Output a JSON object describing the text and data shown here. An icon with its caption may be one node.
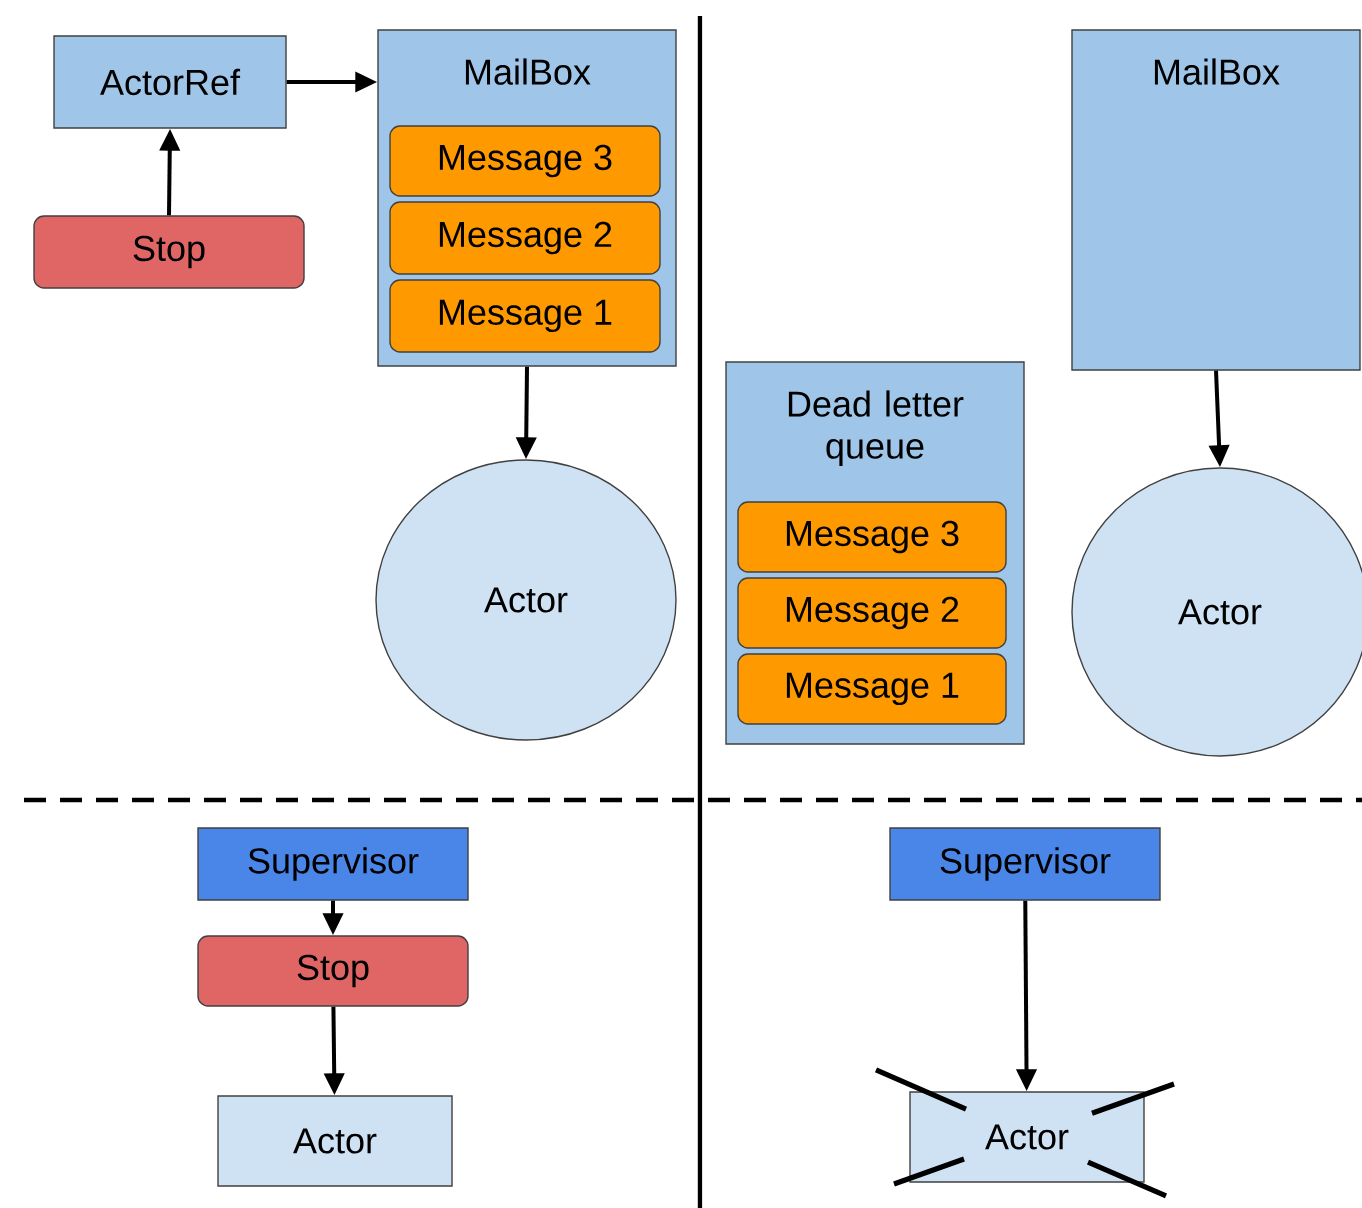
{
  "diagram": {
    "nodes": [
      {
        "text": [
          "ActorRef"
        ]
      },
      {
        "text": [
          "Stop"
        ]
      },
      {
        "text": [
          "MailBox"
        ]
      },
      {
        "text": [
          "Message 3"
        ],
        "in": 2
      },
      {
        "text": [
          "Message 2"
        ],
        "in": 2
      },
      {
        "text": [
          "Message 1"
        ],
        "in": 2
      },
      {
        "text": [
          "Actor"
        ]
      },
      {
        "text": [
          "Dead letter queue"
        ]
      },
      {
        "text": [
          "Message 3"
        ],
        "in": 7
      },
      {
        "text": [
          "Message 2"
        ],
        "in": 7
      },
      {
        "text": [
          "Message 1"
        ],
        "in": 7
      },
      {
        "text": [
          "MailBox"
        ]
      },
      {
        "text": [
          "Actor"
        ]
      },
      {
        "text": [
          "Supervisor"
        ]
      },
      {
        "text": [
          "Stop"
        ]
      },
      {
        "text": [
          "Actor"
        ]
      },
      {
        "text": [
          "Supervisor"
        ]
      },
      {
        "text": [
          "Actor"
        ]
      }
    ],
    "edges": [
      {
        "from": 1,
        "to": 0,
        "arrow": "to"
      },
      {
        "from": 0,
        "to": 2,
        "arrow": "to"
      },
      {
        "from": 2,
        "to": 6,
        "arrow": "to"
      },
      {
        "from": 11,
        "to": 12,
        "arrow": "to"
      },
      {
        "from": 13,
        "to": 14,
        "arrow": "to"
      },
      {
        "from": 14,
        "to": 15,
        "arrow": "to"
      },
      {
        "from": 16,
        "to": 17,
        "arrow": "to"
      }
    ]
  }
}
